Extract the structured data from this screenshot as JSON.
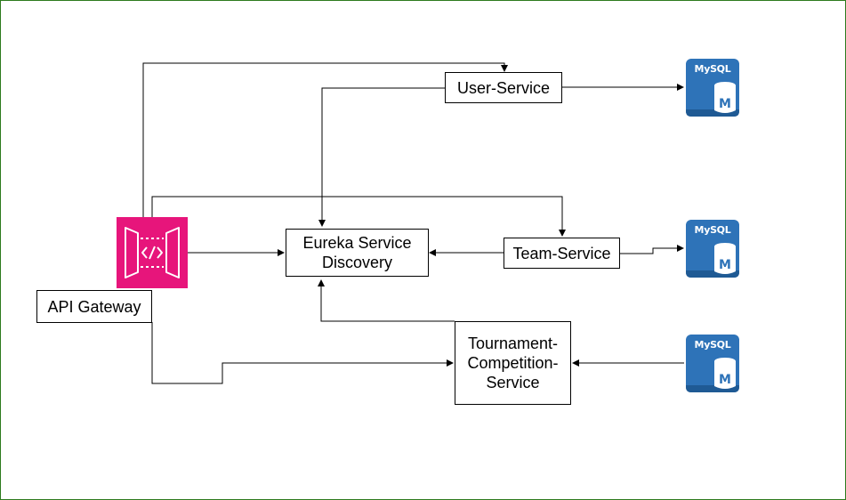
{
  "diagram": {
    "nodes": {
      "user_service": "User-Service",
      "eureka": "Eureka Service\nDiscovery",
      "team_service": "Team-Service",
      "tournament_service": "Tournament-\nCompetition-\nService",
      "api_gateway": "API Gateway"
    },
    "databases": {
      "user_db": "MySQL",
      "team_db": "MySQL",
      "tournament_db": "MySQL"
    },
    "icons": {
      "api_gateway": "api-gateway-icon",
      "database": "mysql-database-icon"
    },
    "edges": [
      {
        "from": "api_gateway",
        "to": "user_service"
      },
      {
        "from": "api_gateway",
        "to": "team_service"
      },
      {
        "from": "api_gateway",
        "to": "eureka"
      },
      {
        "from": "api_gateway",
        "to": "tournament_service"
      },
      {
        "from": "user_service",
        "to": "eureka"
      },
      {
        "from": "team_service",
        "to": "eureka"
      },
      {
        "from": "tournament_service",
        "to": "eureka"
      },
      {
        "from": "user_service",
        "to": "user_db"
      },
      {
        "from": "team_service",
        "to": "team_db"
      },
      {
        "from": "tournament_db",
        "to": "tournament_service"
      }
    ],
    "colors": {
      "gateway": "#e7157b",
      "database": "#2e73b8",
      "frame_border": "#2d7a1e"
    }
  }
}
